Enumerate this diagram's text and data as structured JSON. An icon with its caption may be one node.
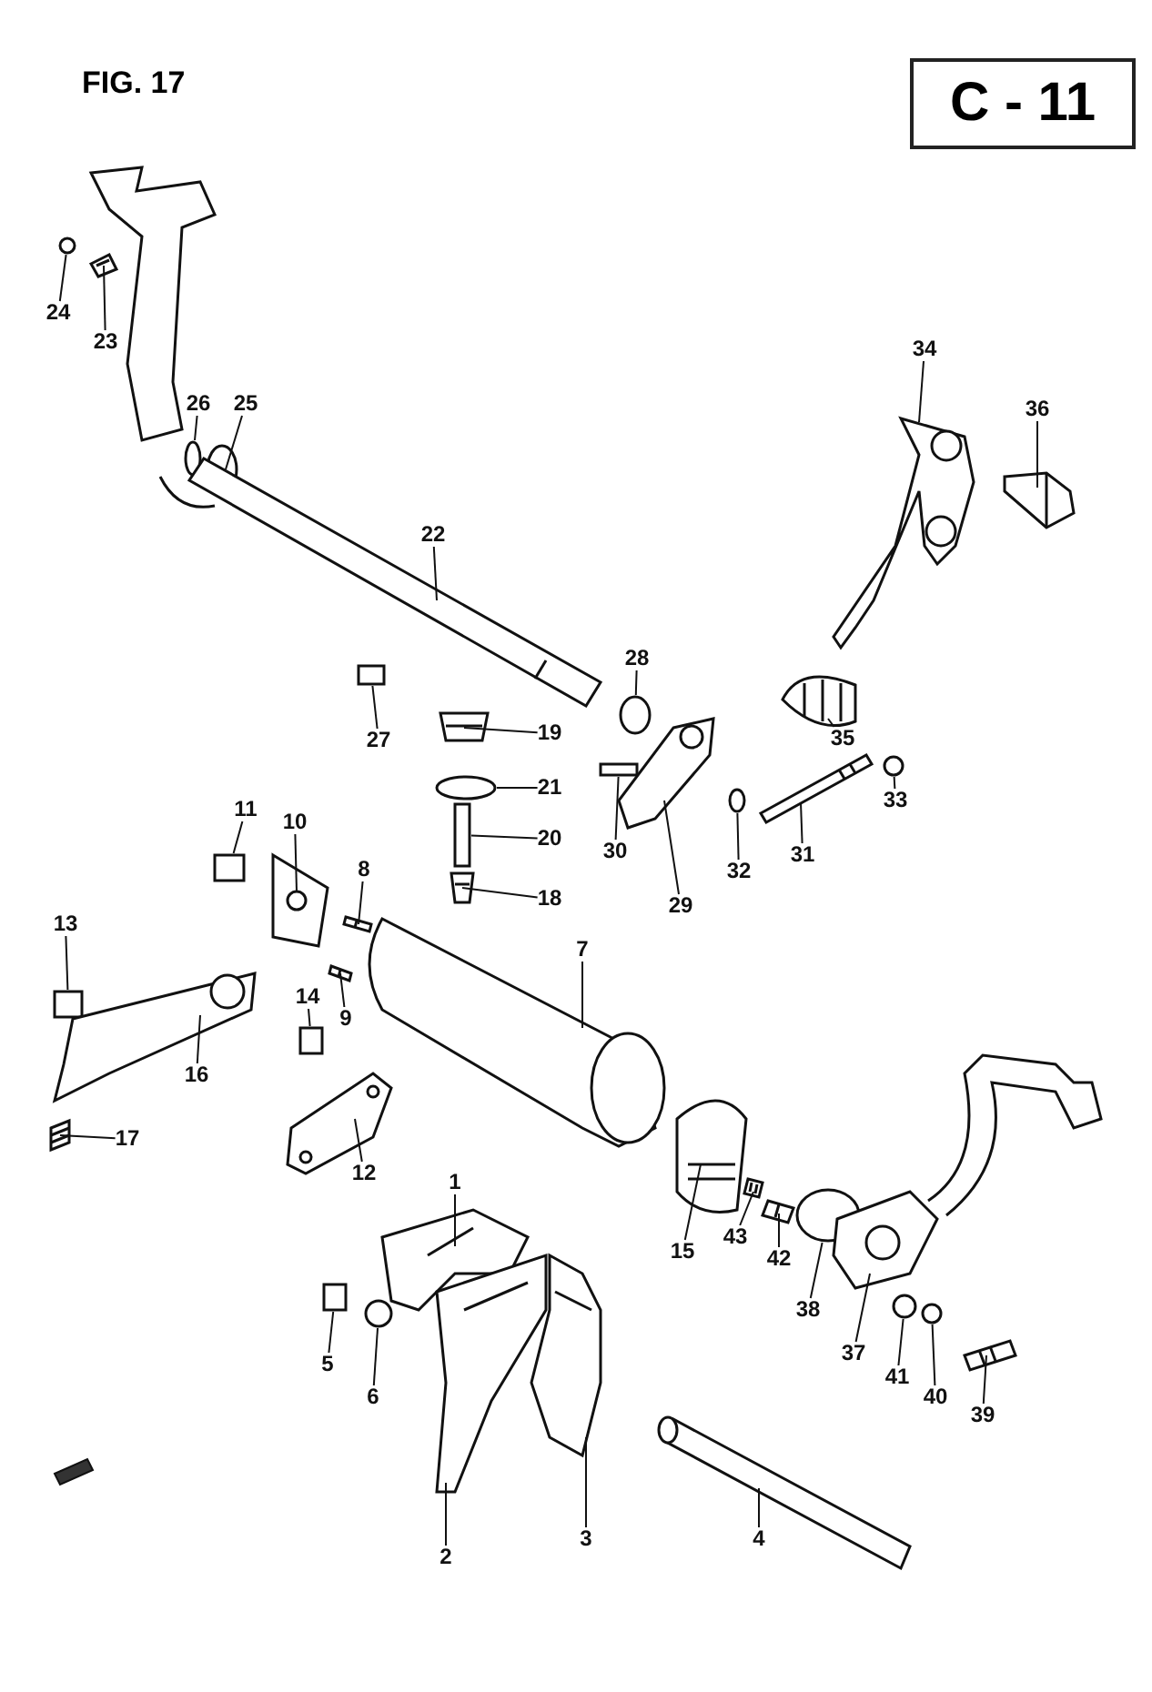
{
  "diagram": {
    "title": "FIG. 17",
    "nodes": [
      {
        "text": [
          "24"
        ]
      },
      {
        "text": [
          "23"
        ]
      },
      {
        "text": [
          "26"
        ]
      },
      {
        "text": [
          "25"
        ]
      },
      {
        "text": [
          "22"
        ]
      },
      {
        "text": [
          "34"
        ]
      },
      {
        "text": [
          "36"
        ]
      },
      {
        "text": [
          "28"
        ]
      },
      {
        "text": [
          "27"
        ]
      },
      {
        "text": [
          "19"
        ]
      },
      {
        "text": [
          "21"
        ]
      },
      {
        "text": [
          "20"
        ]
      },
      {
        "text": [
          "18"
        ]
      },
      {
        "text": [
          "35"
        ]
      },
      {
        "text": [
          "33"
        ]
      },
      {
        "text": [
          "11"
        ]
      },
      {
        "text": [
          "10"
        ]
      },
      {
        "text": [
          "8"
        ]
      },
      {
        "text": [
          "30"
        ]
      },
      {
        "text": [
          "32"
        ]
      },
      {
        "text": [
          "31"
        ]
      },
      {
        "text": [
          "29"
        ]
      },
      {
        "text": [
          "7"
        ]
      },
      {
        "text": [
          "13"
        ]
      },
      {
        "text": [
          "14"
        ]
      },
      {
        "text": [
          "9"
        ]
      },
      {
        "text": [
          "16"
        ]
      },
      {
        "text": [
          "17"
        ]
      },
      {
        "text": [
          "12"
        ]
      },
      {
        "text": [
          "1"
        ]
      },
      {
        "text": [
          "15"
        ]
      },
      {
        "text": [
          "43"
        ]
      },
      {
        "text": [
          "42"
        ]
      },
      {
        "text": [
          "38"
        ]
      },
      {
        "text": [
          "37"
        ]
      },
      {
        "text": [
          "41"
        ]
      },
      {
        "text": [
          "40"
        ]
      },
      {
        "text": [
          "39"
        ]
      },
      {
        "text": [
          "5"
        ]
      },
      {
        "text": [
          "6"
        ]
      },
      {
        "text": [
          "2"
        ]
      },
      {
        "text": [
          "3"
        ]
      },
      {
        "text": [
          "4"
        ]
      },
      {
        "text": [],
        "shape": "circle"
      },
      {
        "text": [],
        "shape": "picture"
      },
      {
        "text": [],
        "shape": "circle"
      },
      {
        "text": [],
        "shape": "picture"
      },
      {
        "text": [],
        "shape": "picture"
      },
      {
        "text": [],
        "shape": "picture"
      },
      {
        "text": [],
        "shape": "picture"
      },
      {
        "text": [],
        "shape": "circle"
      },
      {
        "text": [],
        "shape": "box"
      },
      {
        "text": [],
        "shape": "picture"
      },
      {
        "text": [],
        "shape": "circle"
      },
      {
        "text": [],
        "shape": "box"
      },
      {
        "text": [],
        "shape": "picture"
      },
      {
        "text": [],
        "shape": "picture"
      },
      {
        "text": [],
        "shape": "circle"
      },
      {
        "text": [],
        "shape": "box"
      },
      {
        "text": [],
        "shape": "picture"
      },
      {
        "text": [],
        "shape": "picture"
      },
      {
        "text": [],
        "shape": "box"
      },
      {
        "text": [],
        "shape": "circle"
      },
      {
        "text": [],
        "shape": "picture"
      },
      {
        "text": [],
        "shape": "picture"
      },
      {
        "text": [],
        "shape": "picture"
      },
      {
        "text": [],
        "shape": "box"
      },
      {
        "text": [],
        "shape": "box"
      },
      {
        "text": [],
        "shape": "picture"
      },
      {
        "text": [],
        "shape": "picture"
      },
      {
        "text": [],
        "shape": "picture"
      },
      {
        "text": [],
        "shape": "picture"
      },
      {
        "text": [],
        "shape": "picture"
      },
      {
        "text": [],
        "shape": "picture"
      },
      {
        "text": [],
        "shape": "picture"
      },
      {
        "text": [],
        "shape": "picture"
      },
      {
        "text": [],
        "shape": "circle"
      },
      {
        "text": [],
        "shape": "picture"
      },
      {
        "text": [],
        "shape": "circle"
      },
      {
        "text": [],
        "shape": "circle"
      },
      {
        "text": [],
        "shape": "picture"
      },
      {
        "text": [],
        "shape": "box"
      },
      {
        "text": [],
        "shape": "circle"
      },
      {
        "text": [],
        "shape": "picture"
      },
      {
        "text": [],
        "shape": "picture"
      },
      {
        "text": [],
        "shape": "picture"
      }
    ],
    "edges": [
      {
        "from": 0,
        "to": 43,
        "arrow": "none"
      },
      {
        "from": 1,
        "to": 44,
        "arrow": "none"
      },
      {
        "from": 2,
        "to": 45,
        "arrow": "none"
      },
      {
        "from": 3,
        "to": 46,
        "arrow": "none"
      },
      {
        "from": 4,
        "to": 47,
        "arrow": "none"
      },
      {
        "from": 5,
        "to": 48,
        "arrow": "none"
      },
      {
        "from": 6,
        "to": 49,
        "arrow": "none"
      },
      {
        "from": 7,
        "to": 50,
        "arrow": "none"
      },
      {
        "from": 8,
        "to": 51,
        "arrow": "none"
      },
      {
        "from": 9,
        "to": 52,
        "arrow": "none"
      },
      {
        "from": 10,
        "to": 53,
        "arrow": "none"
      },
      {
        "from": 11,
        "to": 54,
        "arrow": "none"
      },
      {
        "from": 12,
        "to": 55,
        "arrow": "none"
      },
      {
        "from": 13,
        "to": 56,
        "arrow": "none"
      },
      {
        "from": 14,
        "to": 57,
        "arrow": "none"
      },
      {
        "from": 15,
        "to": 58,
        "arrow": "none"
      },
      {
        "from": 16,
        "to": 59,
        "arrow": "none"
      },
      {
        "from": 17,
        "to": 60,
        "arrow": "none"
      },
      {
        "from": 18,
        "to": 61,
        "arrow": "none"
      },
      {
        "from": 19,
        "to": 62,
        "arrow": "none"
      },
      {
        "from": 20,
        "to": 63,
        "arrow": "none"
      },
      {
        "from": 21,
        "to": 64,
        "arrow": "none"
      },
      {
        "from": 22,
        "to": 65,
        "arrow": "none"
      },
      {
        "from": 23,
        "to": 66,
        "arrow": "none"
      },
      {
        "from": 24,
        "to": 67,
        "arrow": "none"
      },
      {
        "from": 25,
        "to": 68,
        "arrow": "none"
      },
      {
        "from": 26,
        "to": 69,
        "arrow": "none"
      },
      {
        "from": 27,
        "to": 70,
        "arrow": "none"
      },
      {
        "from": 28,
        "to": 71,
        "arrow": "none"
      },
      {
        "from": 29,
        "to": 72,
        "arrow": "none"
      },
      {
        "from": 30,
        "to": 73,
        "arrow": "none"
      },
      {
        "from": 31,
        "to": 74,
        "arrow": "none"
      },
      {
        "from": 32,
        "to": 75,
        "arrow": "none"
      },
      {
        "from": 33,
        "to": 76,
        "arrow": "none"
      },
      {
        "from": 34,
        "to": 77,
        "arrow": "none"
      },
      {
        "from": 35,
        "to": 78,
        "arrow": "none"
      },
      {
        "from": 36,
        "to": 79,
        "arrow": "none"
      },
      {
        "from": 37,
        "to": 80,
        "arrow": "none"
      },
      {
        "from": 38,
        "to": 81,
        "arrow": "none"
      },
      {
        "from": 39,
        "to": 82,
        "arrow": "none"
      },
      {
        "from": 40,
        "to": 83,
        "arrow": "none"
      },
      {
        "from": 41,
        "to": 84,
        "arrow": "none"
      },
      {
        "from": 42,
        "to": 85,
        "arrow": "none"
      }
    ],
    "labels": [
      "C - 11"
    ]
  }
}
